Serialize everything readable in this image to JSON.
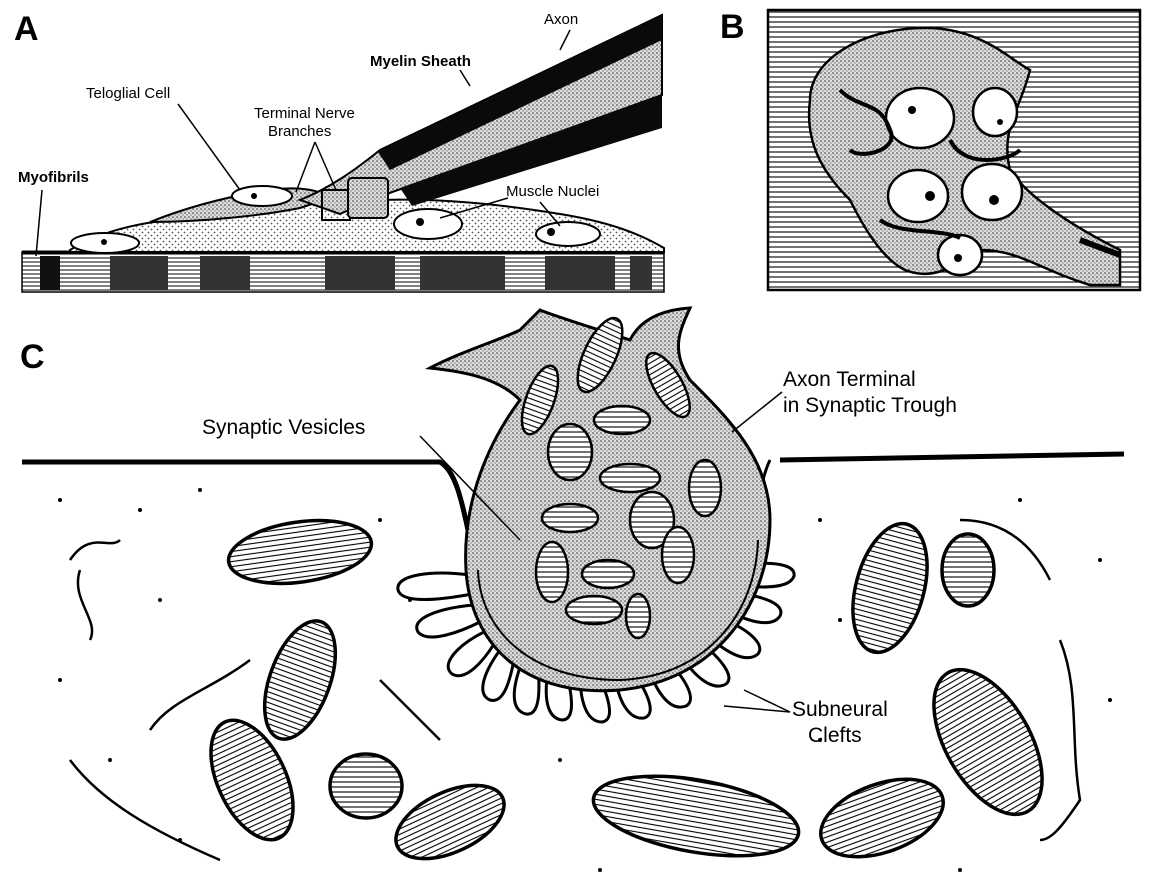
{
  "figure": {
    "colors": {
      "ink": "#000000",
      "paper": "#ffffff",
      "stipple": "#9a9a9a",
      "membrane": "#222222"
    },
    "panels": [
      {
        "id": "A",
        "letter": "A",
        "labels": {
          "axon": "Axon",
          "myelin_sheath": "Myelin Sheath",
          "teloglial_cell": "Teloglial Cell",
          "terminal_nerve_branches_line1": "Terminal Nerve",
          "terminal_nerve_branches_line2": "Branches",
          "myofibrils": "Myofibrils",
          "muscle_nuclei": "Muscle Nuclei"
        }
      },
      {
        "id": "B",
        "letter": "B",
        "labels": {}
      },
      {
        "id": "C",
        "letter": "C",
        "labels": {
          "axon_terminal_line1": "Axon Terminal",
          "axon_terminal_line2": "in Synaptic Trough",
          "synaptic_vesicles": "Synaptic Vesicles",
          "subneural_clefts_line1": "Subneural",
          "subneural_clefts_line2": "Clefts"
        }
      }
    ]
  }
}
